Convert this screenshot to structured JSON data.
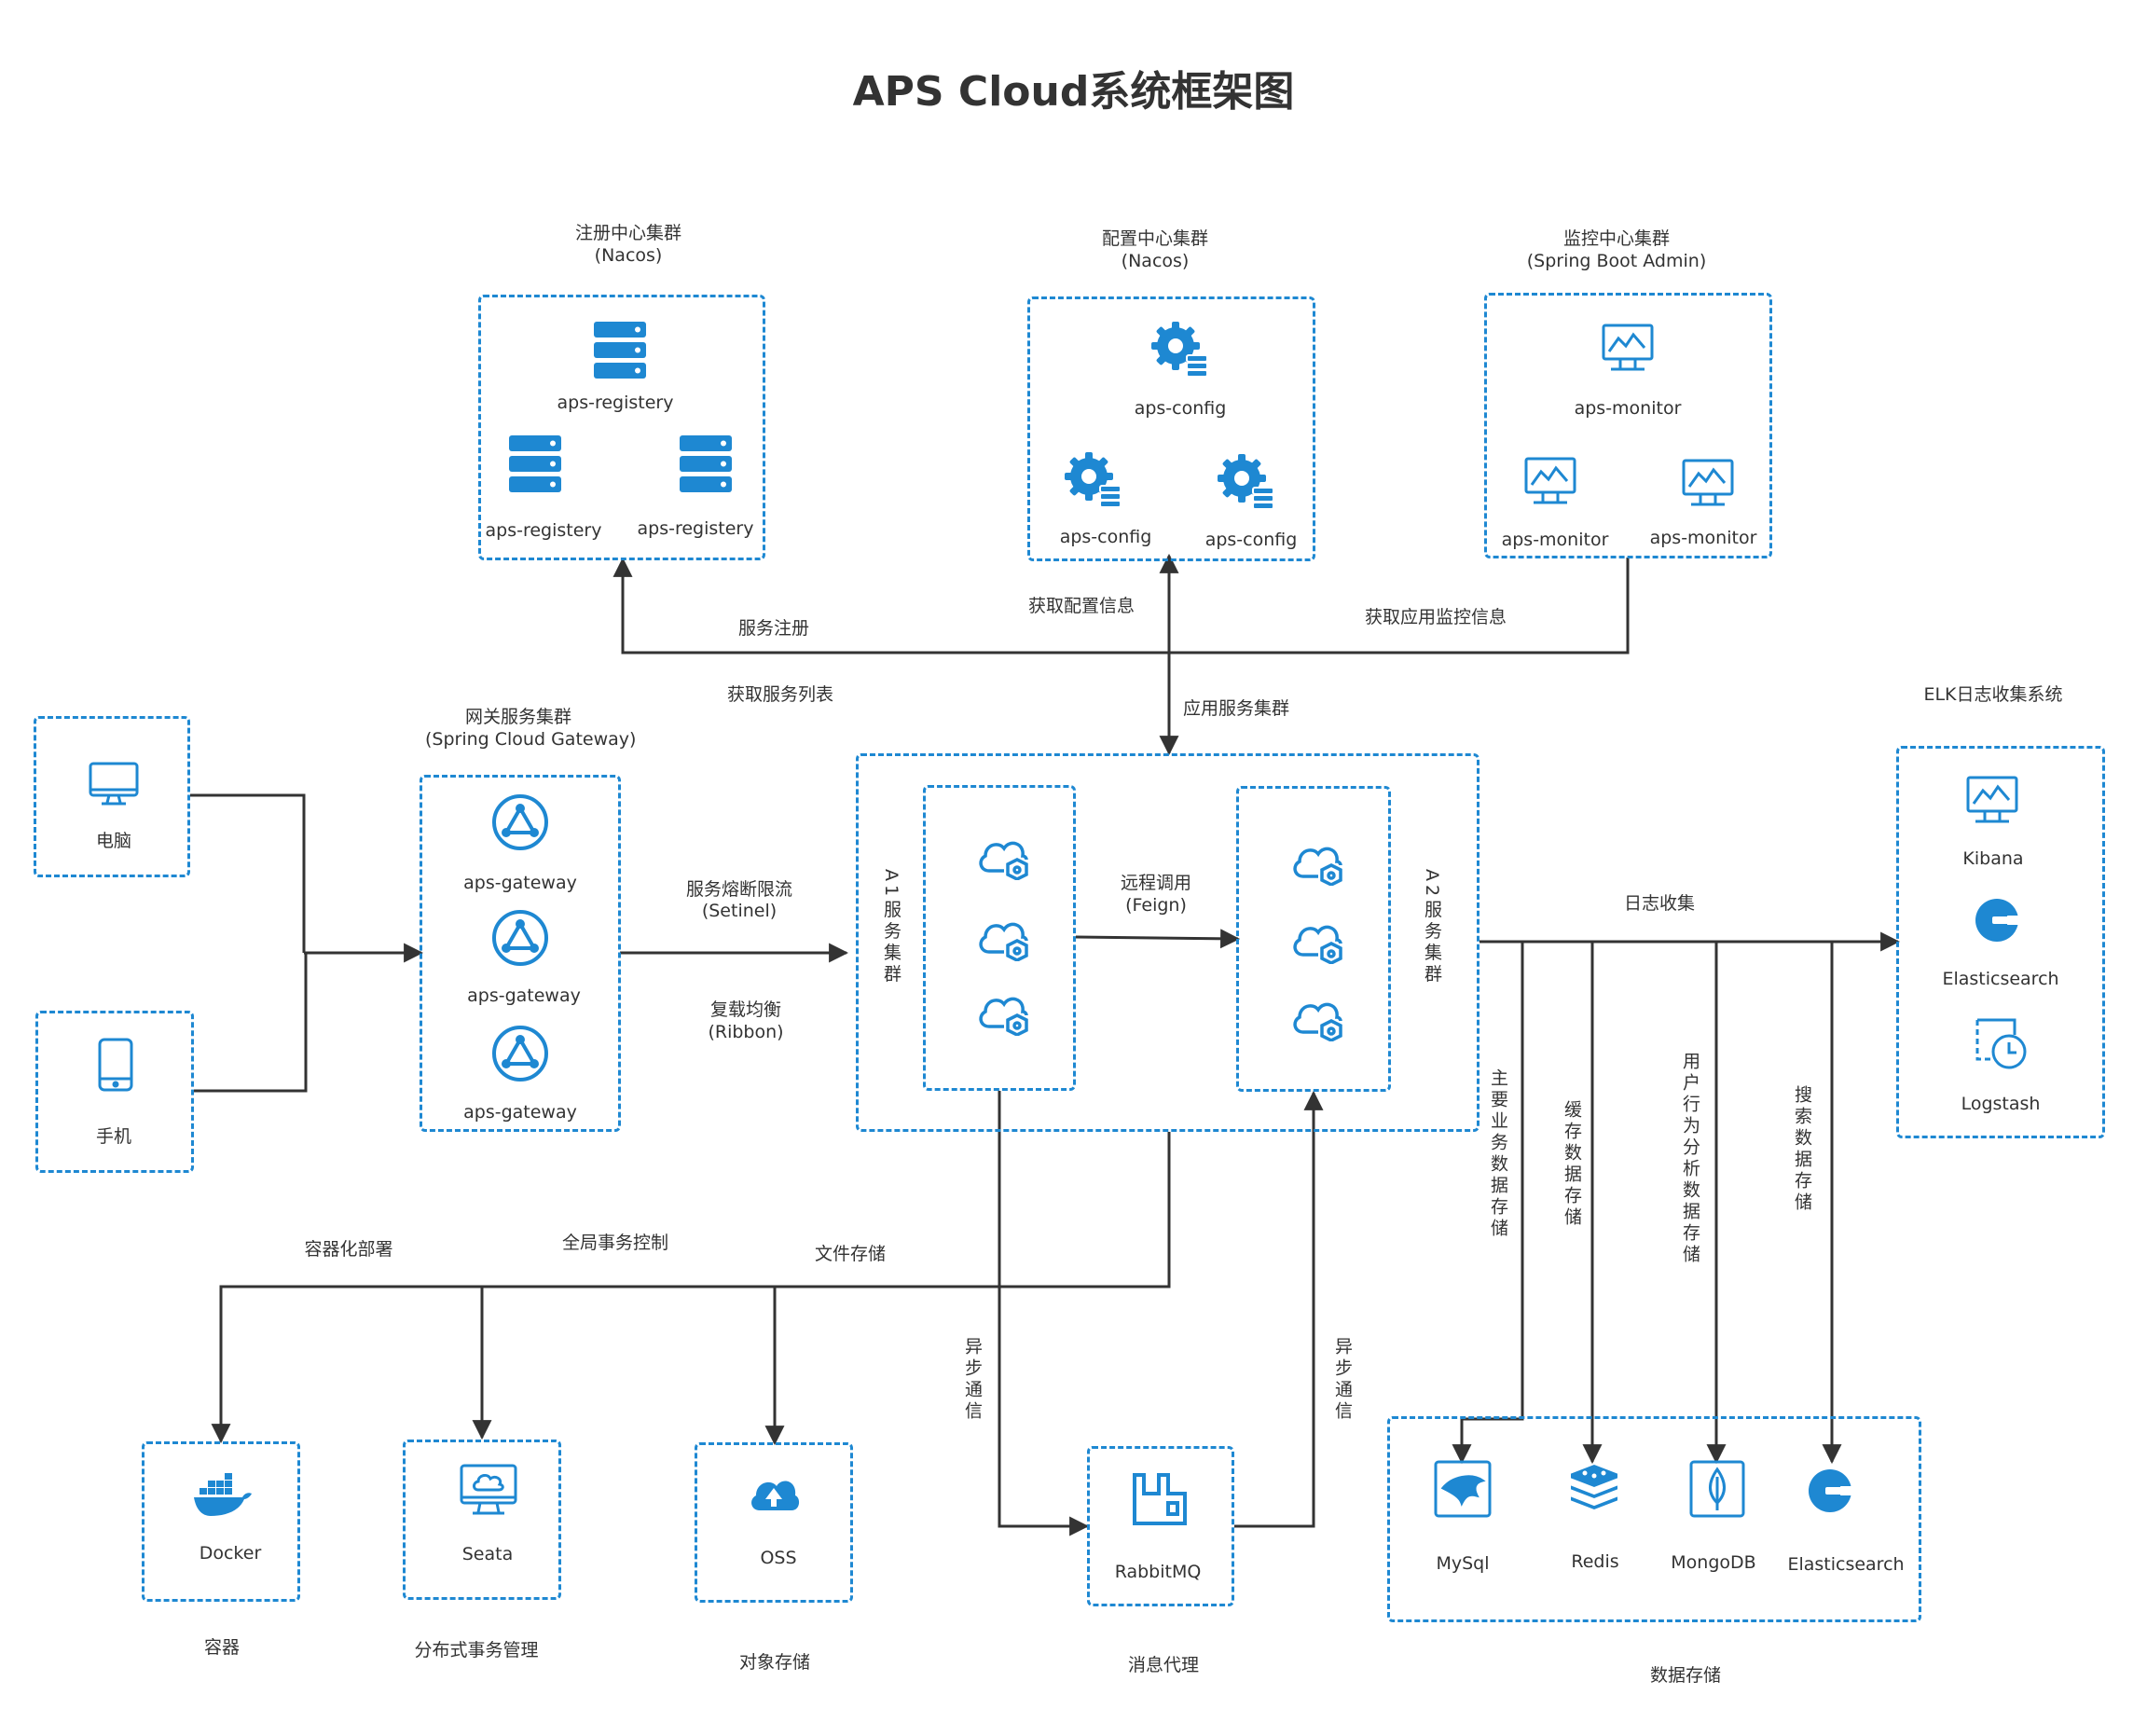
{
  "title": "APS Cloud系统框架图",
  "colors": {
    "accent": "#1e88d2",
    "line": "#333333",
    "text": "#333333"
  },
  "registry": {
    "header": "注册中心集群",
    "sub": "(Nacos)",
    "nodes": [
      "aps-registery",
      "aps-registery",
      "aps-registery"
    ],
    "icon": "server-icon"
  },
  "config": {
    "header": "配置中心集群",
    "sub": "(Nacos)",
    "nodes": [
      "aps-config",
      "aps-config",
      "aps-config"
    ],
    "icon": "gear-config-icon"
  },
  "monitor": {
    "header": "监控中心集群",
    "sub": "(Spring Boot Admin)",
    "nodes": [
      "aps-monitor",
      "aps-monitor",
      "aps-monitor"
    ],
    "icon": "monitor-chart-icon"
  },
  "clients": {
    "pc": "电脑",
    "phone": "手机"
  },
  "gateway": {
    "header": "网关服务集群",
    "sub": "(Spring Cloud Gateway)",
    "nodes": [
      "aps-gateway",
      "aps-gateway",
      "aps-gateway"
    ],
    "icon": "gateway-triangle-icon"
  },
  "app_cluster": {
    "label": "应用服务集群",
    "a1": "A1服务集群",
    "a2": "A2服务集群",
    "icon": "cloud-service-icon"
  },
  "edges": {
    "register": "服务注册",
    "get_config": "获取配置信息",
    "get_monitor": "获取应用监控信息",
    "get_services": "获取服务列表",
    "circuit": "服务熔断限流",
    "circuit_sub": "(Setinel)",
    "lb": "复载均衡",
    "lb_sub": "(Ribbon)",
    "remote": "远程调用",
    "remote_sub": "(Feign)",
    "log": "日志收集",
    "container": "容器化部署",
    "tx": "全局事务控制",
    "file": "文件存储",
    "async1": "异步通信",
    "async2": "异步通信",
    "db_main": "主要业务数据存储",
    "db_cache": "缓存数据存储",
    "db_behavior": "用户行为分析数据存储",
    "db_search": "搜索数据存储"
  },
  "elk": {
    "header": "ELK日志收集系统",
    "kibana": "Kibana",
    "es": "Elasticsearch",
    "logstash": "Logstash"
  },
  "docker": {
    "name": "Docker",
    "caption": "容器"
  },
  "seata": {
    "name": "Seata",
    "caption": "分布式事务管理"
  },
  "oss": {
    "name": "OSS",
    "caption": "对象存储"
  },
  "mq": {
    "name": "RabbitMQ",
    "caption": "消息代理"
  },
  "storage": {
    "caption": "数据存储",
    "mysql": "MySql",
    "redis": "Redis",
    "mongodb": "MongoDB",
    "es": "Elasticsearch"
  }
}
